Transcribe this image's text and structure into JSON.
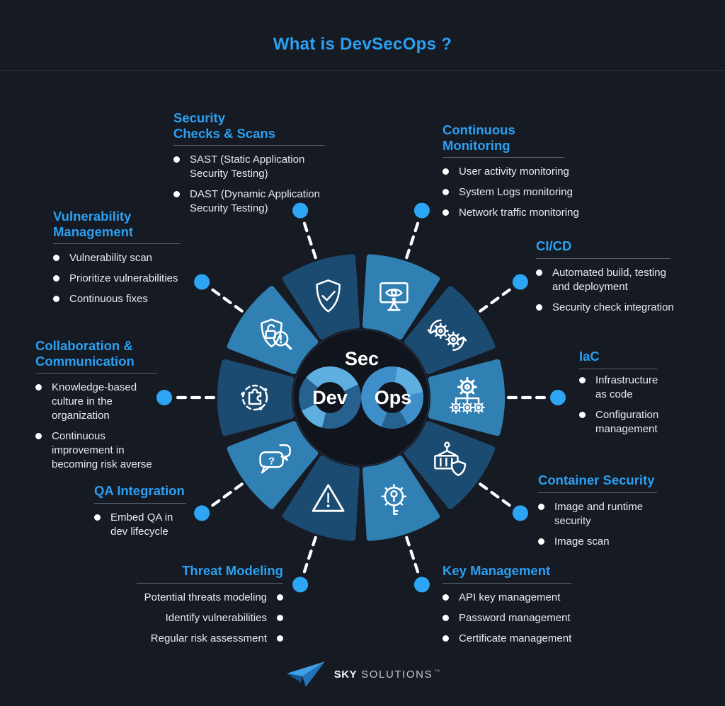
{
  "title": "What is DevSecOps ?",
  "center": {
    "sec": "Sec",
    "dev": "Dev",
    "ops": "Ops"
  },
  "colors": {
    "background": "#161A23",
    "accent_blue": "#2BA0F2",
    "segment_dark": "#1C4B72",
    "segment_light": "#3080B4",
    "loop_dark": "#27618F",
    "loop_mid": "#3E8FC9",
    "loop_accent": "#5FAEE0",
    "dot": "#2CA6F4",
    "inner_circle": "#10141D",
    "text": "#E9EAEC"
  },
  "sections": [
    {
      "id": "security-checks",
      "title": "Security\nChecks & Scans",
      "icon": "icon-shield-check-icon",
      "items": [
        "SAST (Static Application Security Testing)",
        "DAST (Dynamic Application Security Testing)"
      ]
    },
    {
      "id": "continuous-monitoring",
      "title": "Continuous\nMonitoring",
      "icon": "icon-monitor-eye-icon",
      "items": [
        "User activity monitoring",
        "System Logs monitoring",
        "Network traffic monitoring"
      ]
    },
    {
      "id": "cicd",
      "title": "CI/CD",
      "icon": "icon-gears-cycle-icon",
      "items": [
        "Automated build, testing and deployment",
        "Security check integration"
      ]
    },
    {
      "id": "iac",
      "title": "IaC",
      "icon": "icon-gear-hierarchy-icon",
      "items": [
        "Infrastructure as code",
        "Configuration management"
      ]
    },
    {
      "id": "container-security",
      "title": "Container Security",
      "icon": "icon-container-shield-icon",
      "items": [
        "Image and runtime security",
        "Image scan"
      ]
    },
    {
      "id": "key-management",
      "title": "Key Management",
      "icon": "icon-gear-key-icon",
      "items": [
        "API key management",
        "Password management",
        "Certificate management"
      ]
    },
    {
      "id": "threat-modeling",
      "title": "Threat Modeling",
      "icon": "icon-warning-triangle-icon",
      "items": [
        "Potential threats modeling",
        "Identify vulnerabilities",
        "Regular risk assessment"
      ]
    },
    {
      "id": "qa-integration",
      "title": "QA Integration",
      "icon": "icon-chat-question-icon",
      "items": [
        "Embed QA in dev lifecycle"
      ]
    },
    {
      "id": "collaboration",
      "title": "Collaboration &\nCommunication",
      "icon": "icon-puzzle-network-icon",
      "items": [
        "Knowledge-based culture in the organization",
        "Continuous improvement in becoming risk averse"
      ]
    },
    {
      "id": "vulnerability-management",
      "title": "Vulnerability\nManagement",
      "icon": "icon-shield-lock-search-icon",
      "items": [
        "Vulnerability scan",
        "Prioritize vulnerabilities",
        "Continuous fixes"
      ]
    }
  ],
  "footer": {
    "brand_bold": "SKY",
    "brand_light": "SOLUTIONS",
    "tm": "™"
  }
}
